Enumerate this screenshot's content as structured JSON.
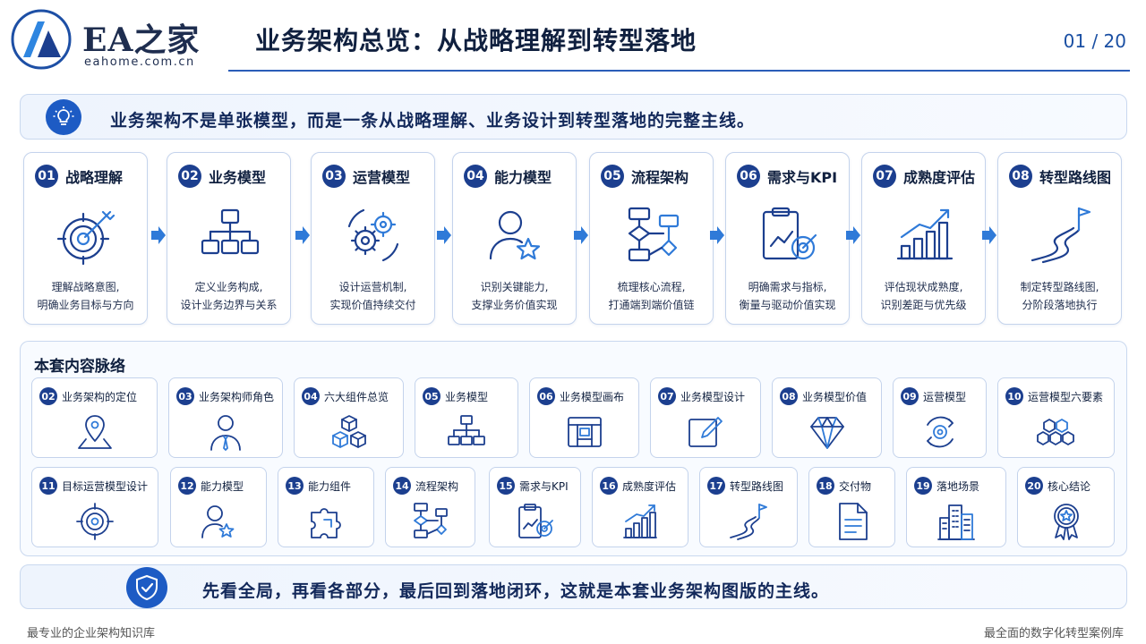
{
  "header": {
    "logo_title": "EA之家",
    "logo_sub": "eahome.com.cn",
    "title": "业务架构总览：从战略理解到转型落地",
    "page_number": "01 / 20"
  },
  "banner": {
    "text": "业务架构不是单张模型，而是一条从战略理解、业务设计到转型落地的完整主线。",
    "icon": "lightbulb-icon"
  },
  "process": [
    {
      "num": "01",
      "title": "战略理解",
      "desc1": "理解战略意图,",
      "desc2": "明确业务目标与方向",
      "icon": "target-icon"
    },
    {
      "num": "02",
      "title": "业务模型",
      "desc1": "定义业务构成,",
      "desc2": "设计业务边界与关系",
      "icon": "hierarchy-icon"
    },
    {
      "num": "03",
      "title": "运营模型",
      "desc1": "设计运营机制,",
      "desc2": "实现价值持续交付",
      "icon": "gears-icon"
    },
    {
      "num": "04",
      "title": "能力模型",
      "desc1": "识别关键能力,",
      "desc2": "支撑业务价值实现",
      "icon": "user-star-icon"
    },
    {
      "num": "05",
      "title": "流程架构",
      "desc1": "梳理核心流程,",
      "desc2": "打通端到端价值链",
      "icon": "flowchart-icon"
    },
    {
      "num": "06",
      "title": "需求与KPI",
      "desc1": "明确需求与指标,",
      "desc2": "衡量与驱动价值实现",
      "icon": "clipboard-target-icon"
    },
    {
      "num": "07",
      "title": "成熟度评估",
      "desc1": "评估现状成熟度,",
      "desc2": "识别差距与优先级",
      "icon": "growth-chart-icon"
    },
    {
      "num": "08",
      "title": "转型路线图",
      "desc1": "制定转型路线图,",
      "desc2": "分阶段落地执行",
      "icon": "roadmap-icon"
    }
  ],
  "content": {
    "title": "本套内容脉络",
    "items": [
      {
        "num": "02",
        "title": "业务架构的定位",
        "icon": "map-pin-icon"
      },
      {
        "num": "03",
        "title": "业务架构师角色",
        "icon": "person-tie-icon"
      },
      {
        "num": "04",
        "title": "六大组件总览",
        "icon": "cubes-icon"
      },
      {
        "num": "05",
        "title": "业务模型",
        "icon": "hierarchy-icon"
      },
      {
        "num": "06",
        "title": "业务模型画布",
        "icon": "canvas-icon"
      },
      {
        "num": "07",
        "title": "业务模型设计",
        "icon": "edit-icon"
      },
      {
        "num": "08",
        "title": "业务模型价值",
        "icon": "diamond-icon"
      },
      {
        "num": "09",
        "title": "运营模型",
        "icon": "gear-cycle-icon"
      },
      {
        "num": "10",
        "title": "运营模型六要素",
        "icon": "hexagons-icon"
      },
      {
        "num": "11",
        "title": "目标运营模型设计",
        "icon": "target-icon"
      },
      {
        "num": "12",
        "title": "能力模型",
        "icon": "user-star-icon"
      },
      {
        "num": "13",
        "title": "能力组件",
        "icon": "puzzle-icon"
      },
      {
        "num": "14",
        "title": "流程架构",
        "icon": "flowchart-icon"
      },
      {
        "num": "15",
        "title": "需求与KPI",
        "icon": "clipboard-target-icon"
      },
      {
        "num": "16",
        "title": "成熟度评估",
        "icon": "growth-chart-icon"
      },
      {
        "num": "17",
        "title": "转型路线图",
        "icon": "roadmap-icon"
      },
      {
        "num": "18",
        "title": "交付物",
        "icon": "document-icon"
      },
      {
        "num": "19",
        "title": "落地场景",
        "icon": "buildings-icon"
      },
      {
        "num": "20",
        "title": "核心结论",
        "icon": "medal-icon"
      }
    ]
  },
  "bottom_banner": {
    "text": "先看全局，再看各部分，最后回到落地闭环，这就是本套业务架构图版的主线。",
    "icon": "shield-check-icon"
  },
  "footer": {
    "left": "最专业的企业架构知识库",
    "right": "最全面的数字化转型案例库"
  },
  "colors": {
    "primary": "#1c3f8f",
    "accent": "#2f7ad8",
    "title": "#10203f",
    "border": "#c4d3ec"
  }
}
